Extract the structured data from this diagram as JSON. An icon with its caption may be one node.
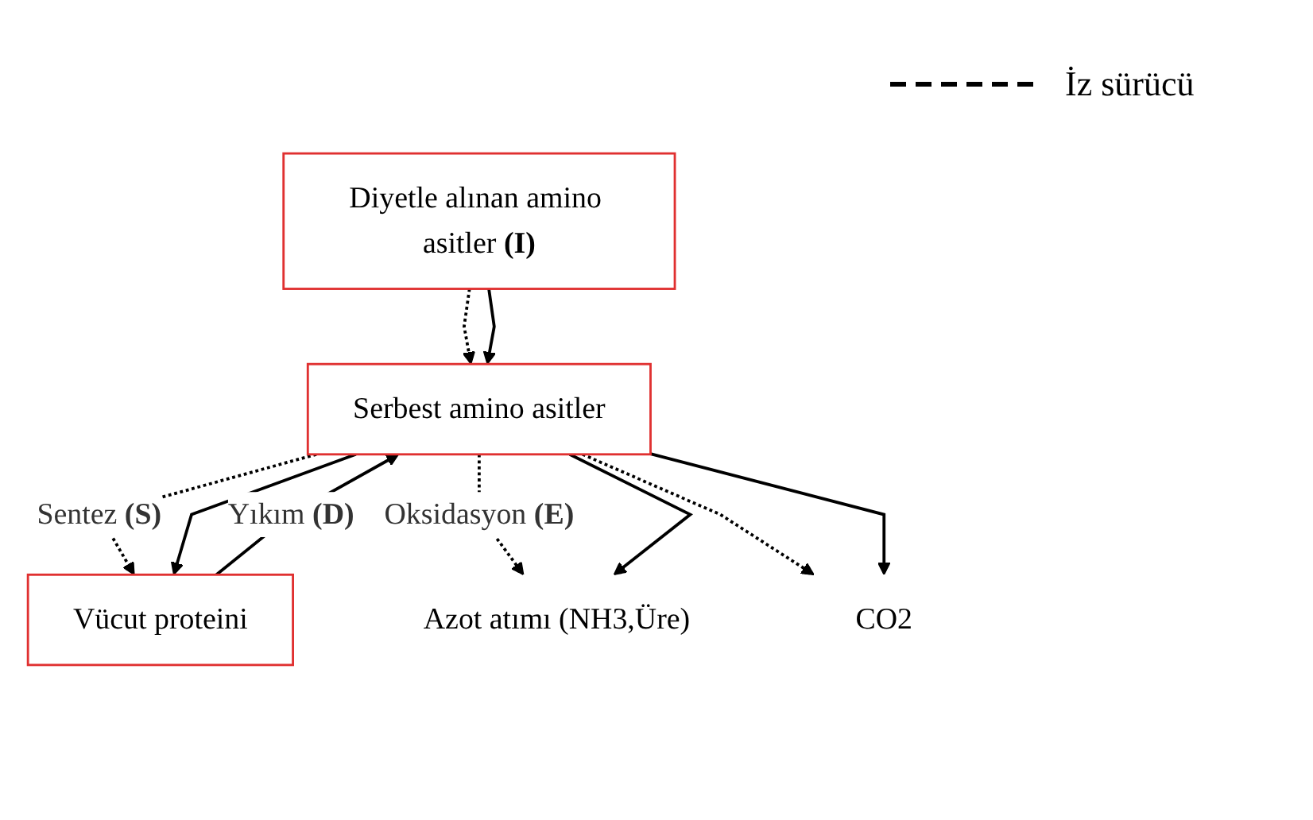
{
  "diagram": {
    "nodes": [
      {
        "text": [
          "Diyetle alınan amino asitler **(I)**"
        ]
      },
      {
        "text": [
          "Serbest amino asitler"
        ]
      },
      {
        "text": [
          "Vücut proteini"
        ]
      },
      {
        "text": [
          "Azot atımı (NH3,Üre)"
        ]
      },
      {
        "text": [
          "CO2"
        ]
      }
    ],
    "edges": [
      {
        "from": 0,
        "to": 1,
        "arrow": "to",
        "style": "dashed"
      },
      {
        "from": 0,
        "to": 1,
        "arrow": "to"
      },
      {
        "from": 1,
        "to": 2,
        "arrow": "to",
        "style": "dashed",
        "label": "Sentez **(S)**"
      },
      {
        "from": 1,
        "to": 2,
        "arrow": "to"
      },
      {
        "from": 2,
        "to": 1,
        "arrow": "to",
        "label": "Yıkım **(D)**"
      },
      {
        "from": 1,
        "to": 3,
        "arrow": "to",
        "style": "dashed",
        "label": "Oksidasyon **(E)**"
      },
      {
        "from": 1,
        "to": 3,
        "arrow": "to"
      },
      {
        "from": 1,
        "to": 4,
        "arrow": "to",
        "style": "dashed"
      },
      {
        "from": 1,
        "to": 4,
        "arrow": "to"
      }
    ],
    "legend": [
      {
        "text": "İz sürücü"
      }
    ]
  }
}
